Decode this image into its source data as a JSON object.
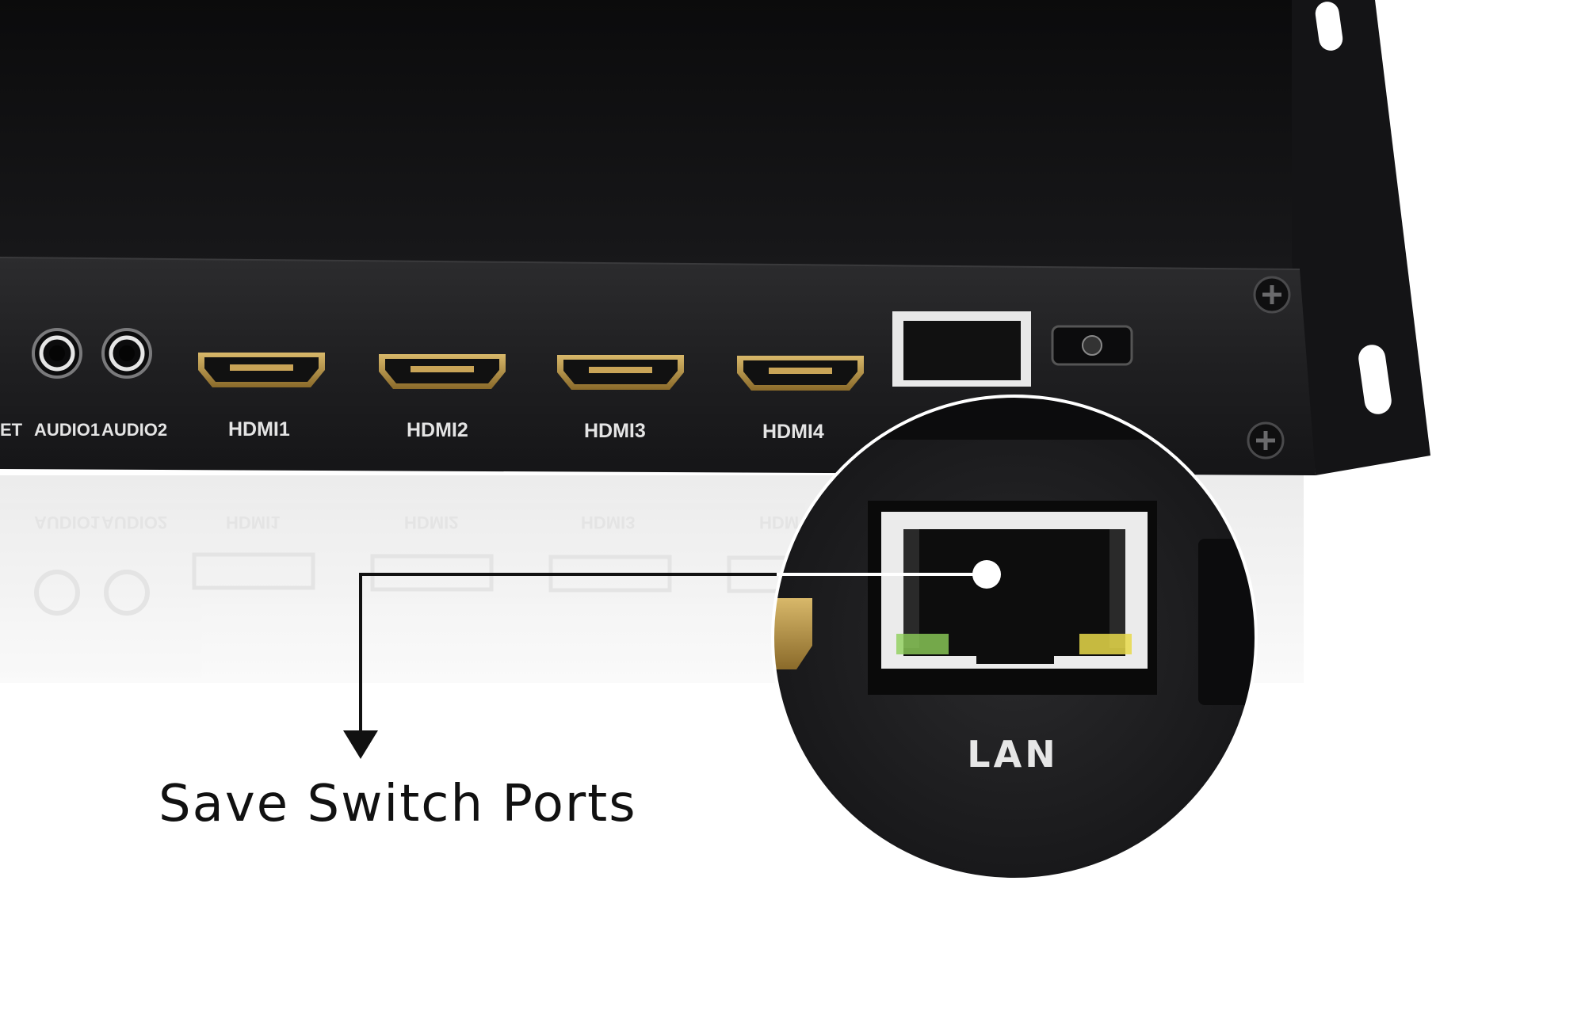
{
  "device": {
    "port_labels": [
      "ET",
      "AUDIO1",
      "AUDIO2",
      "HDMI1",
      "HDMI2",
      "HDMI3",
      "HDMI4"
    ],
    "reflection_labels": [
      "AUDIO1",
      "AUDIO2",
      "HDMI1",
      "HDMI2",
      "HDMI3",
      "HDM"
    ]
  },
  "zoom": {
    "port_label": "LAN"
  },
  "callout": {
    "text": "Save Switch Ports"
  },
  "colors": {
    "chassis": "#1c1c1e",
    "background": "#ffffff",
    "led_green": "#8fcf5a",
    "led_yellow": "#e8d94a"
  }
}
